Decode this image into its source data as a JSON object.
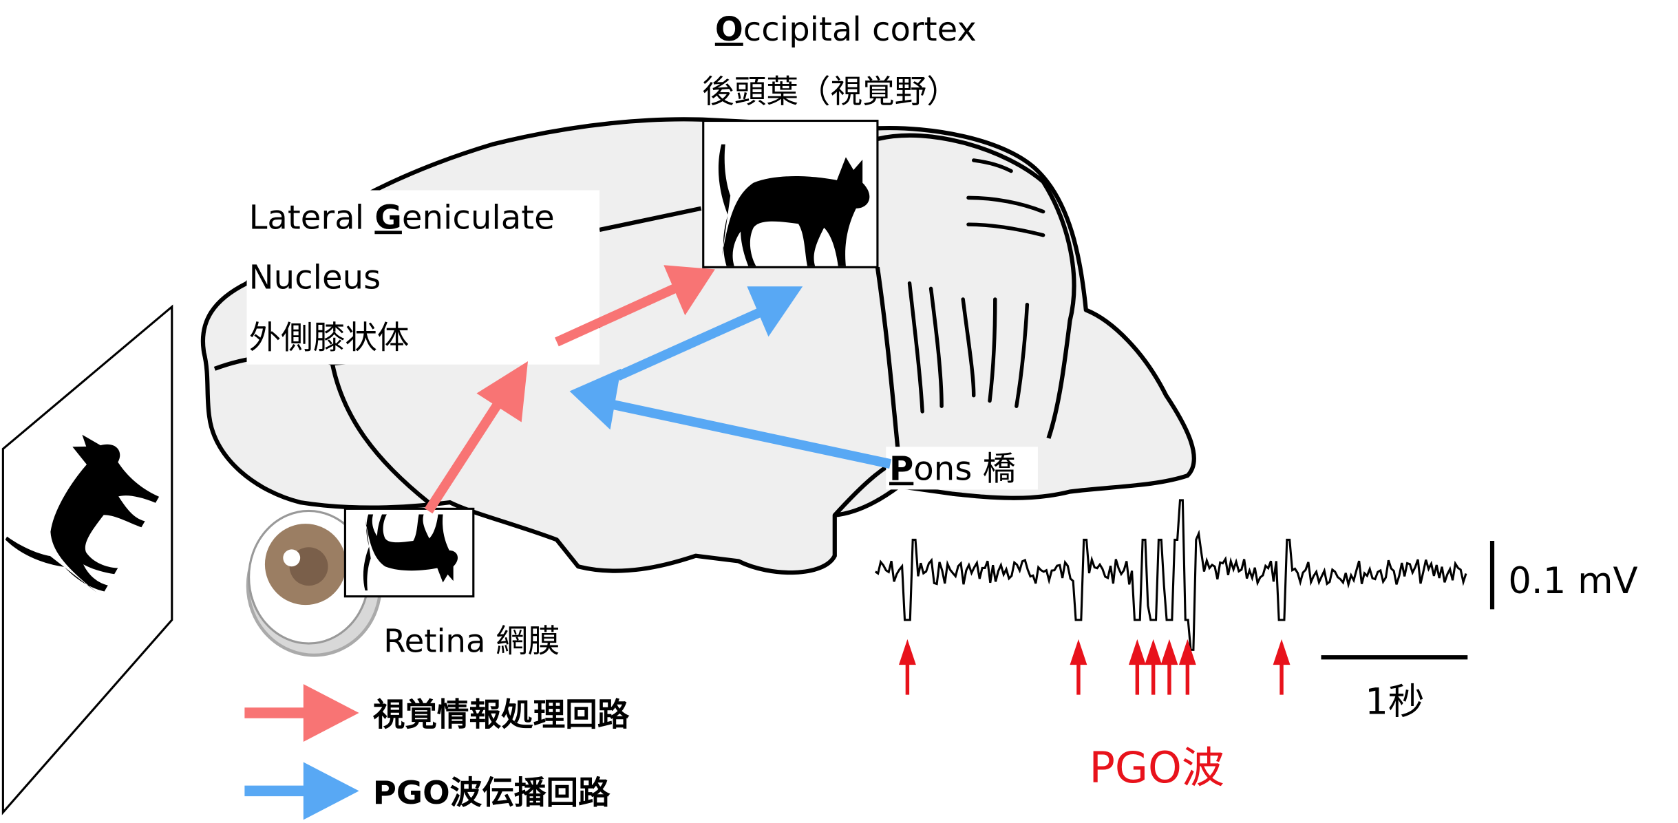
{
  "labels": {
    "occipital_initial": "O",
    "occipital_rest": "ccipital cortex",
    "occipital_ja": "後頭葉（視覚野）",
    "lgn_line1_pre": "Lateral ",
    "lgn_initial": "G",
    "lgn_line1_rest": "eniculate",
    "lgn_line2": "Nucleus",
    "lgn_ja": "外側膝状体",
    "pons_initial": "P",
    "pons_rest": "ons 橋",
    "retina": "Retina 網膜",
    "voltage_scale": "0.1 mV",
    "time_scale": "1秒",
    "pgo_wave": "PGO波"
  },
  "legend": [
    {
      "label": "視覚情報処理回路",
      "color": "#f87474"
    },
    {
      "label": "PGO波伝播回路",
      "color": "#58a8f4"
    }
  ],
  "colors": {
    "visual_path": "#f87474",
    "pgo_path": "#58a8f4",
    "pgo_marker": "#e8121b",
    "brain_fill": "#efefef"
  }
}
